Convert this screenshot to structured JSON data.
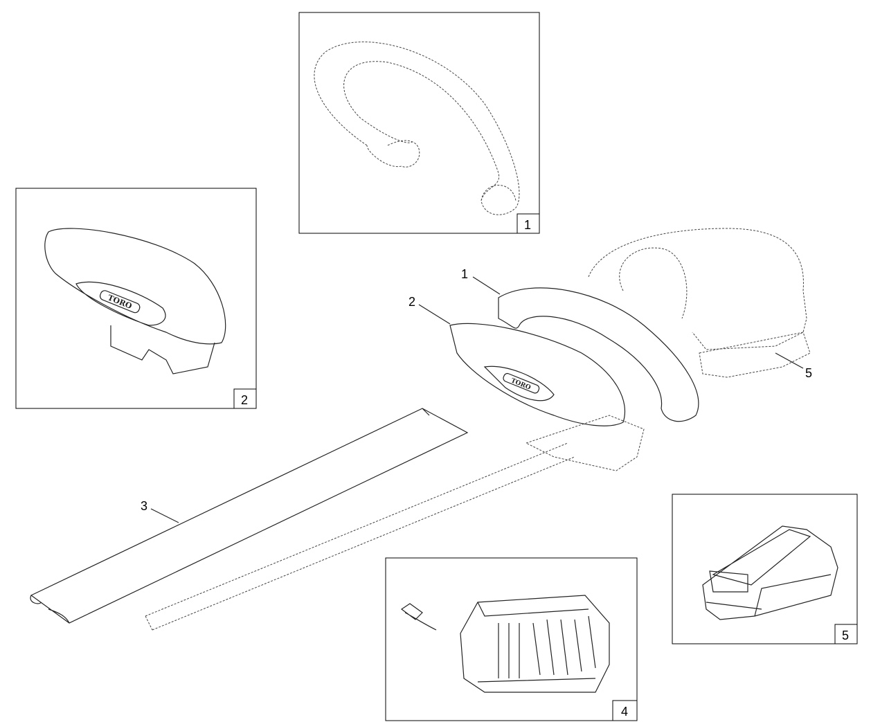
{
  "logo_text": "TORO",
  "insets": [
    {
      "part": "handle",
      "label": "1"
    },
    {
      "part": "hand-guard",
      "label": "2"
    },
    {
      "part": "charger",
      "label": "4"
    },
    {
      "part": "battery",
      "label": "5"
    }
  ],
  "callouts": [
    {
      "part": "handle",
      "label": "1"
    },
    {
      "part": "hand-guard",
      "label": "2"
    },
    {
      "part": "blade-sheath",
      "label": "3"
    },
    {
      "part": "battery",
      "label": "5"
    }
  ]
}
